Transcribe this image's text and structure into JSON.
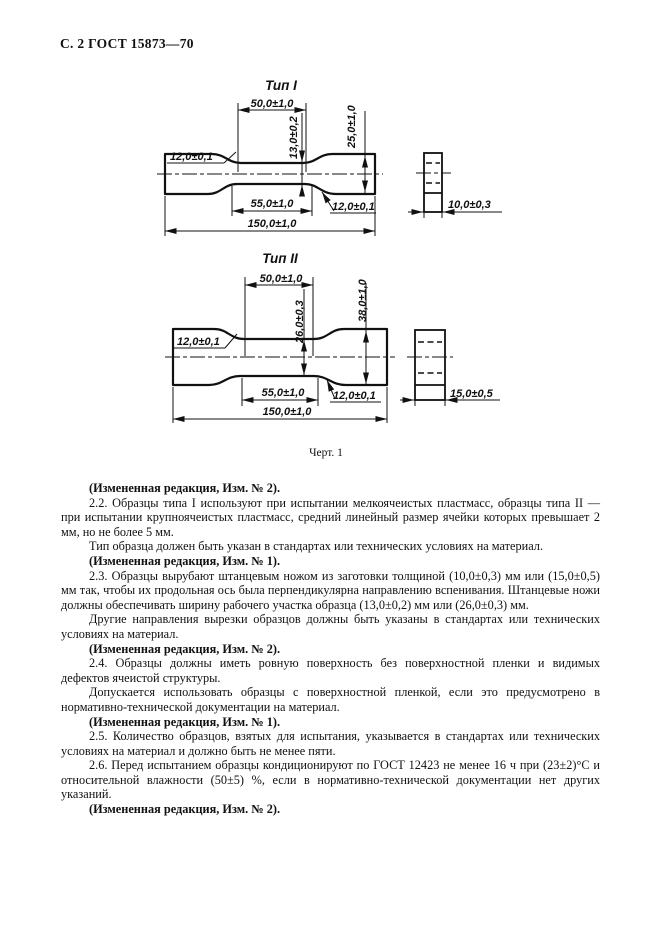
{
  "page": {
    "header": "С. 2 ГОСТ 15873—70",
    "caption": "Черт. 1"
  },
  "figures": {
    "type1": {
      "title": "Тип I",
      "dims": {
        "gauge": "50,0±1,0",
        "neck_width": "13,0±0,2",
        "grip_width": "25,0±1,0",
        "left_label": "12,0±0,1",
        "narrow_length": "55,0±1,0",
        "right_label": "12,0±0,1",
        "total_length": "150,0±1,0",
        "thickness": "10,0±0,3"
      }
    },
    "type2": {
      "title": "Тип II",
      "dims": {
        "gauge": "50,0±1,0",
        "neck_width": "26,0±0,3",
        "grip_width": "38,0±1,0",
        "left_label": "12,0±0,1",
        "narrow_length": "55,0±1,0",
        "right_label": "12,0±0,1",
        "total_length": "150,0±1,0",
        "thickness": "15,0±0,5"
      }
    }
  },
  "paragraphs": [
    {
      "style": "bold",
      "text": "(Измененная редакция, Изм. № 2)."
    },
    {
      "style": "normal",
      "text": "2.2. Образцы типа I используют при испытании мелкоячеистых пластмасс, образцы типа II — при испытании крупноячеистых пластмасс, средний линейный размер ячейки которых превышает 2 мм, но не более 5 мм."
    },
    {
      "style": "normal",
      "text": "Тип образца должен быть указан в стандартах или технических условиях на материал."
    },
    {
      "style": "bold",
      "text": "(Измененная редакция, Изм. № 1)."
    },
    {
      "style": "normal",
      "text": "2.3. Образцы вырубают штанцевым ножом из заготовки толщиной (10,0±0,3) мм или (15,0±0,5) мм так, чтобы их продольная ось была перпендикулярна направлению вспенивания. Штанцевые ножи должны обеспечивать ширину рабочего участка образца (13,0±0,2) мм или (26,0±0,3) мм."
    },
    {
      "style": "normal",
      "text": "Другие направления вырезки образцов должны быть указаны в стандартах или технических условиях на материал."
    },
    {
      "style": "bold",
      "text": "(Измененная редакция, Изм. № 2)."
    },
    {
      "style": "normal",
      "text": "2.4. Образцы должны иметь ровную поверхность без поверхностной пленки и видимых дефектов ячеистой структуры."
    },
    {
      "style": "normal",
      "text": "Допускается использовать образцы с поверхностной пленкой, если это предусмотрено в нормативно-технической документации на материал."
    },
    {
      "style": "bold",
      "text": "(Измененная редакция, Изм. № 1)."
    },
    {
      "style": "normal",
      "text": "2.5. Количество образцов, взятых для испытания, указывается в стандартах или технических условиях на материал и должно быть не менее пяти."
    },
    {
      "style": "normal",
      "text": "2.6. Перед испытанием образцы кондиционируют по ГОСТ 12423 не менее 16 ч при (23±2)°С и относительной влажности (50±5) %, если в нормативно-технической документации нет других указаний."
    },
    {
      "style": "bold",
      "text": "(Измененная редакция, Изм. № 2)."
    }
  ]
}
